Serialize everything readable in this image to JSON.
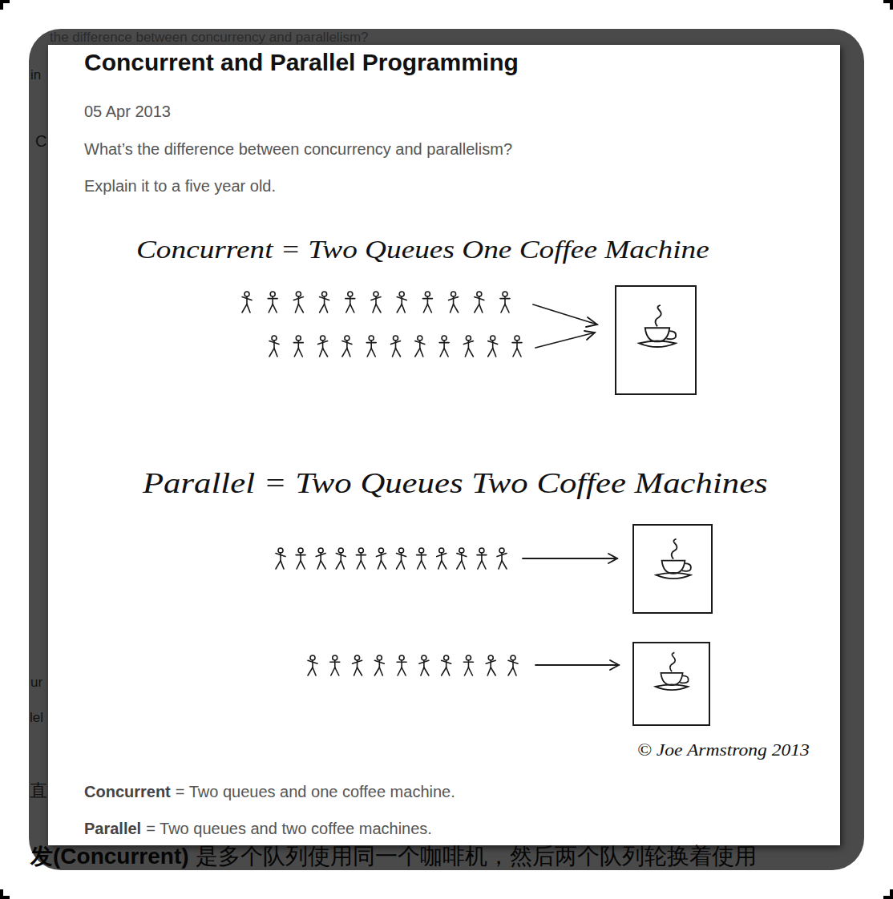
{
  "diagram": {
    "title": "Concurrent and Parallel Programming",
    "labels": [
      "the difference between concurrency and parallelism?",
      "in",
      "C",
      "05 Apr 2013",
      "What’s the difference between concurrency and parallelism?",
      "Explain it to a five year old.",
      "Concurrent = Two Queues One Coffee Machine",
      "Parallel = Two Queues Two Coffee Machines",
      "© Joe Armstrong 2013",
      "ur",
      "lel",
      "直",
      "Concurrent",
      "= Two queues and one coffee machine.",
      "Parallel",
      "= Two queues and two coffee machines.",
      "发(Concurrent)",
      "是多个队列使用同一个咖啡机，然后两个队列轮换着使用"
    ]
  }
}
